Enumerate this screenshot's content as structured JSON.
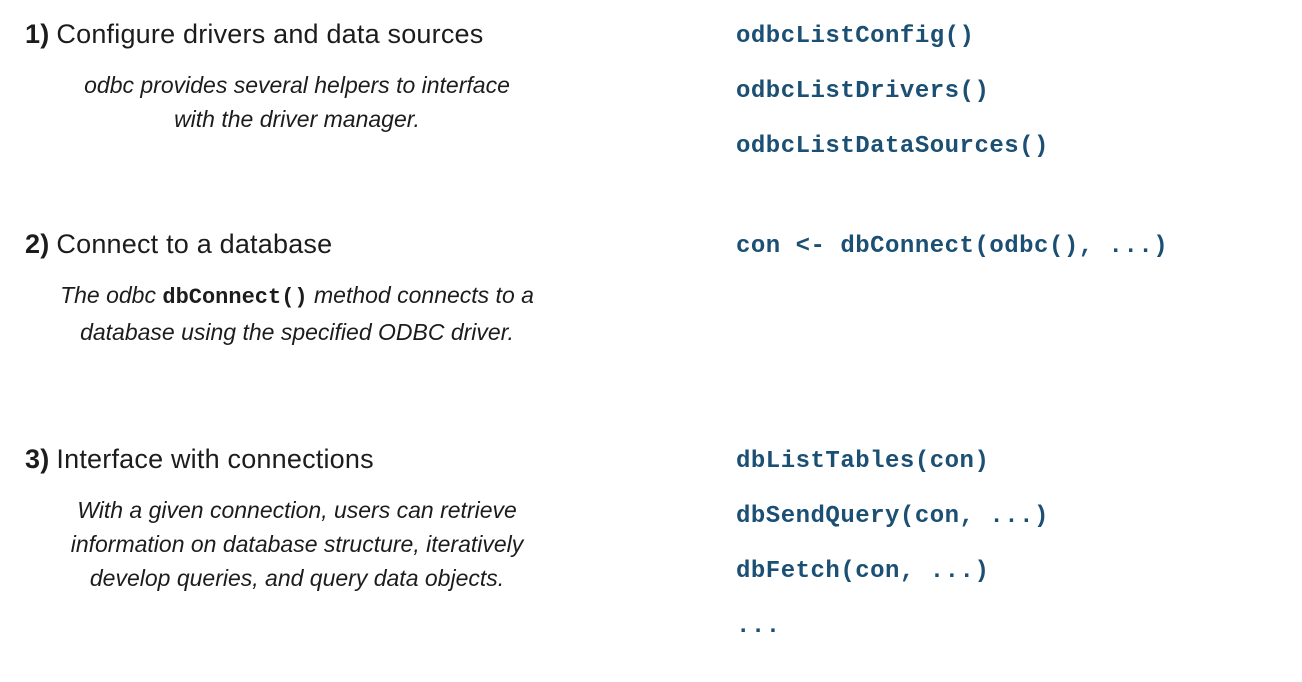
{
  "colors": {
    "code_blue": "#1b4f73",
    "body_text": "#1c1c1c",
    "background": "#ffffff"
  },
  "sections": [
    {
      "number": "1)",
      "title": "Configure drivers and data sources",
      "desc_lines": [
        "odbc provides several helpers to interface",
        "with the driver manager."
      ],
      "code_lines": [
        "odbcListConfig()",
        "odbcListDrivers()",
        "odbcListDataSources()"
      ]
    },
    {
      "number": "2)",
      "title": "Connect to a database",
      "desc_line1_prefix": "The odbc ",
      "desc_line1_code": "dbConnect()",
      "desc_line1_suffix": " method connects to a",
      "desc_line2": "database using the specified ODBC driver.",
      "code_lines": [
        "con <- dbConnect(odbc(), ...)"
      ]
    },
    {
      "number": "3)",
      "title": "Interface with connections",
      "desc_lines": [
        "With a given connection, users can retrieve",
        "information on database structure, iteratively",
        "develop queries, and query data objects."
      ],
      "code_lines": [
        "dbListTables(con)",
        "dbSendQuery(con, ...)",
        "dbFetch(con, ...)",
        "..."
      ]
    }
  ]
}
